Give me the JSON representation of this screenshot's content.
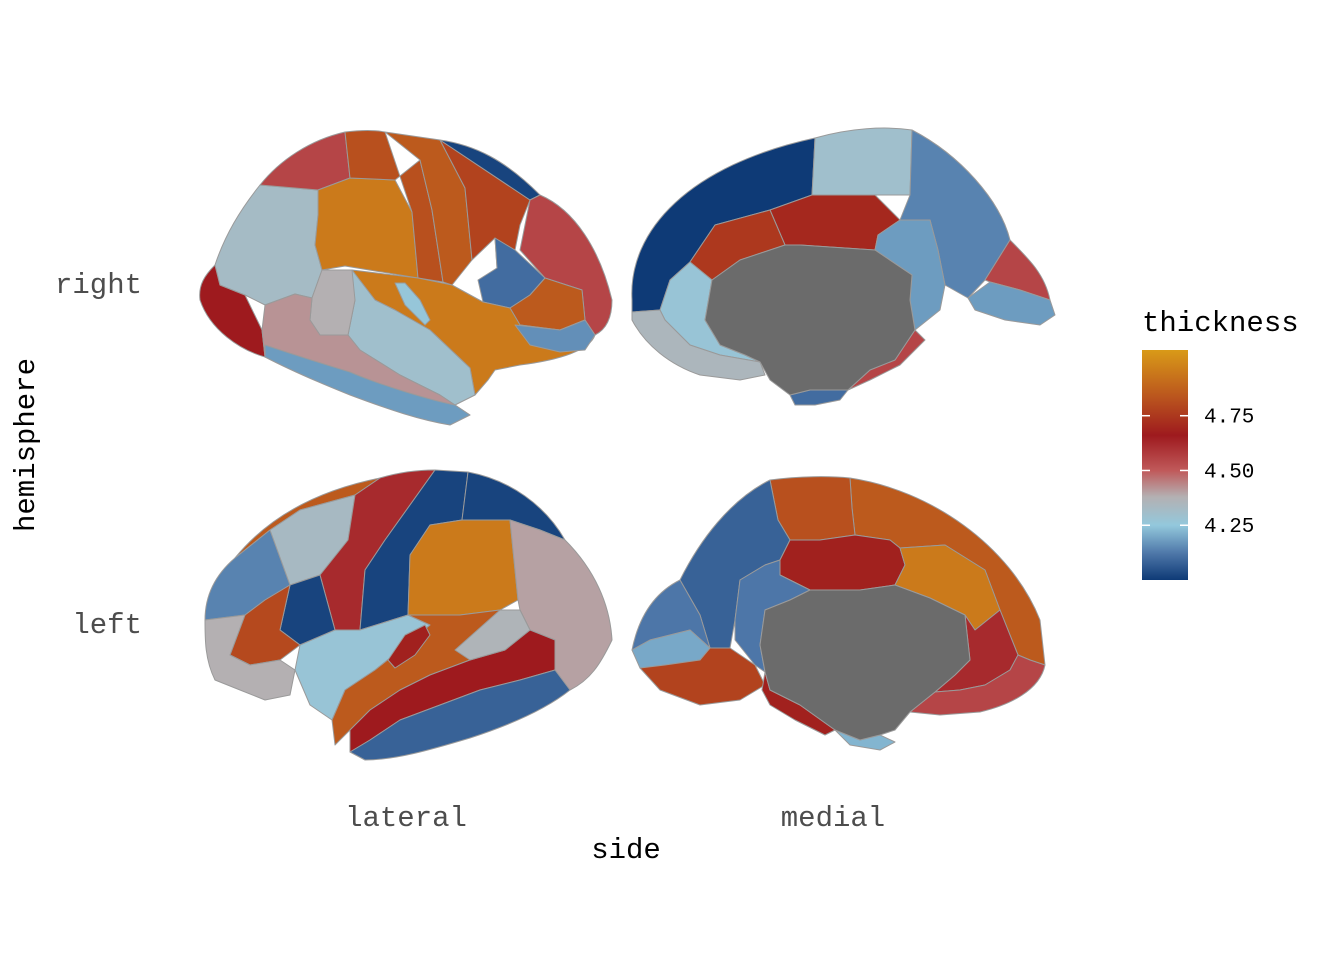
{
  "chart_data": {
    "type": "brain-atlas",
    "x_axis": {
      "title": "side",
      "ticks": [
        "lateral",
        "medial"
      ]
    },
    "y_axis": {
      "title": "hemisphere",
      "ticks": [
        "right",
        "left"
      ]
    },
    "legend": {
      "title": "thickness",
      "placement": "right",
      "range": [
        4.0,
        5.05
      ],
      "breaks": [
        "4.75",
        "4.50",
        "4.25"
      ],
      "break_values": [
        4.75,
        4.5,
        4.25
      ],
      "colorscale": [
        {
          "v": 4.0,
          "color": "#0e3a76"
        },
        {
          "v": 4.12,
          "color": "#4d76a8"
        },
        {
          "v": 4.25,
          "color": "#93c8dc"
        },
        {
          "v": 4.38,
          "color": "#b4b0b2"
        },
        {
          "v": 4.5,
          "color": "#c0595a"
        },
        {
          "v": 4.66,
          "color": "#9e1a1e"
        },
        {
          "v": 4.82,
          "color": "#b8501e"
        },
        {
          "v": 5.05,
          "color": "#d99a18"
        }
      ]
    },
    "panels": [
      {
        "hemisphere": "right",
        "side": "lateral"
      },
      {
        "hemisphere": "right",
        "side": "medial"
      },
      {
        "hemisphere": "left",
        "side": "lateral"
      },
      {
        "hemisphere": "left",
        "side": "medial"
      }
    ],
    "regions": {
      "right_lateral": [
        {
          "id": "parsorbitalis-lower",
          "v": 4.66
        },
        {
          "id": "rostralmiddlefrontal",
          "v": 4.32
        },
        {
          "id": "superiorfrontal",
          "v": 4.55
        },
        {
          "id": "caudalmiddlefrontal",
          "v": 4.95
        },
        {
          "id": "precentral",
          "v": 4.82
        },
        {
          "id": "postcentral",
          "v": 4.85
        },
        {
          "id": "supramarginal",
          "v": 4.78
        },
        {
          "id": "superiorparietal",
          "v": 4.02
        },
        {
          "id": "inferiorparietal",
          "v": 4.55
        },
        {
          "id": "bankssts",
          "v": 4.1
        },
        {
          "id": "lateraloccipital",
          "v": 4.85
        },
        {
          "id": "superiortemporal",
          "v": 4.95
        },
        {
          "id": "insula",
          "v": 4.3
        },
        {
          "id": "parsopercularis",
          "v": 4.38
        },
        {
          "id": "middletemporal",
          "v": 4.42
        },
        {
          "id": "inferiortemporal",
          "v": 4.18
        },
        {
          "id": "temporalpole",
          "v": 4.15
        },
        {
          "id": "transversetemporal",
          "v": 4.26
        },
        {
          "id": "lingual",
          "v": 4.16
        }
      ],
      "right_medial": [
        {
          "id": "superiorfrontal",
          "v": 4.0
        },
        {
          "id": "paracentral",
          "v": 4.3
        },
        {
          "id": "precuneus",
          "v": 4.14
        },
        {
          "id": "cuneus",
          "v": 4.55
        },
        {
          "id": "pericalcarine",
          "v": 4.18
        },
        {
          "id": "posteriorcingulate",
          "v": 4.7
        },
        {
          "id": "isthmuscingulate",
          "v": 4.18
        },
        {
          "id": "caudalanteriorcingulate",
          "v": 4.75
        },
        {
          "id": "rostralanteriorcingulate",
          "v": 4.27
        },
        {
          "id": "medialorbitofrontal",
          "v": 4.35
        },
        {
          "id": "parahippocampal",
          "v": 4.55
        },
        {
          "id": "entorhinal",
          "v": 4.1
        },
        {
          "id": "unknown",
          "v": null
        }
      ],
      "left_lateral": [
        {
          "id": "superiorfrontal",
          "v": 4.85
        },
        {
          "id": "rostralmiddlefrontal",
          "v": 4.14
        },
        {
          "id": "caudalmiddlefrontal",
          "v": 4.33
        },
        {
          "id": "precentral",
          "v": 4.62
        },
        {
          "id": "postcentral",
          "v": 4.02
        },
        {
          "id": "superiorparietal",
          "v": 4.02
        },
        {
          "id": "supramarginal",
          "v": 4.95
        },
        {
          "id": "inferiorparietal",
          "v": 4.4
        },
        {
          "id": "parsopercularis",
          "v": 4.02
        },
        {
          "id": "parstriangularis",
          "v": 4.8
        },
        {
          "id": "lateralorbitofrontal",
          "v": 4.38
        },
        {
          "id": "insula",
          "v": 4.27
        },
        {
          "id": "superiortemporal",
          "v": 4.85
        },
        {
          "id": "middletemporal",
          "v": 4.66
        },
        {
          "id": "inferiortemporal",
          "v": 4.08
        },
        {
          "id": "bankssts",
          "v": 4.36
        },
        {
          "id": "transversetemporal",
          "v": 4.68
        },
        {
          "id": "supramarginal-lower",
          "v": 4.68
        }
      ],
      "left_medial": [
        {
          "id": "superiorfrontal",
          "v": 4.85
        },
        {
          "id": "paracentral",
          "v": 4.82
        },
        {
          "id": "precuneus",
          "v": 4.08
        },
        {
          "id": "posteriorcingulate",
          "v": 4.68
        },
        {
          "id": "isthmuscingulate",
          "v": 4.12
        },
        {
          "id": "caudalanteriorcingulate",
          "v": 4.95
        },
        {
          "id": "rostralanteriorcingulate",
          "v": 4.62
        },
        {
          "id": "medialorbitofrontal",
          "v": 4.55
        },
        {
          "id": "cuneus",
          "v": 4.12
        },
        {
          "id": "pericalcarine",
          "v": 4.2
        },
        {
          "id": "lingual",
          "v": 4.78
        },
        {
          "id": "parahippocampal",
          "v": 4.68
        },
        {
          "id": "entorhinal",
          "v": 4.22
        },
        {
          "id": "unknown",
          "v": null
        }
      ]
    },
    "colors": {
      "unknown": "#6b6b6b",
      "border": "#9a9a9a"
    }
  }
}
